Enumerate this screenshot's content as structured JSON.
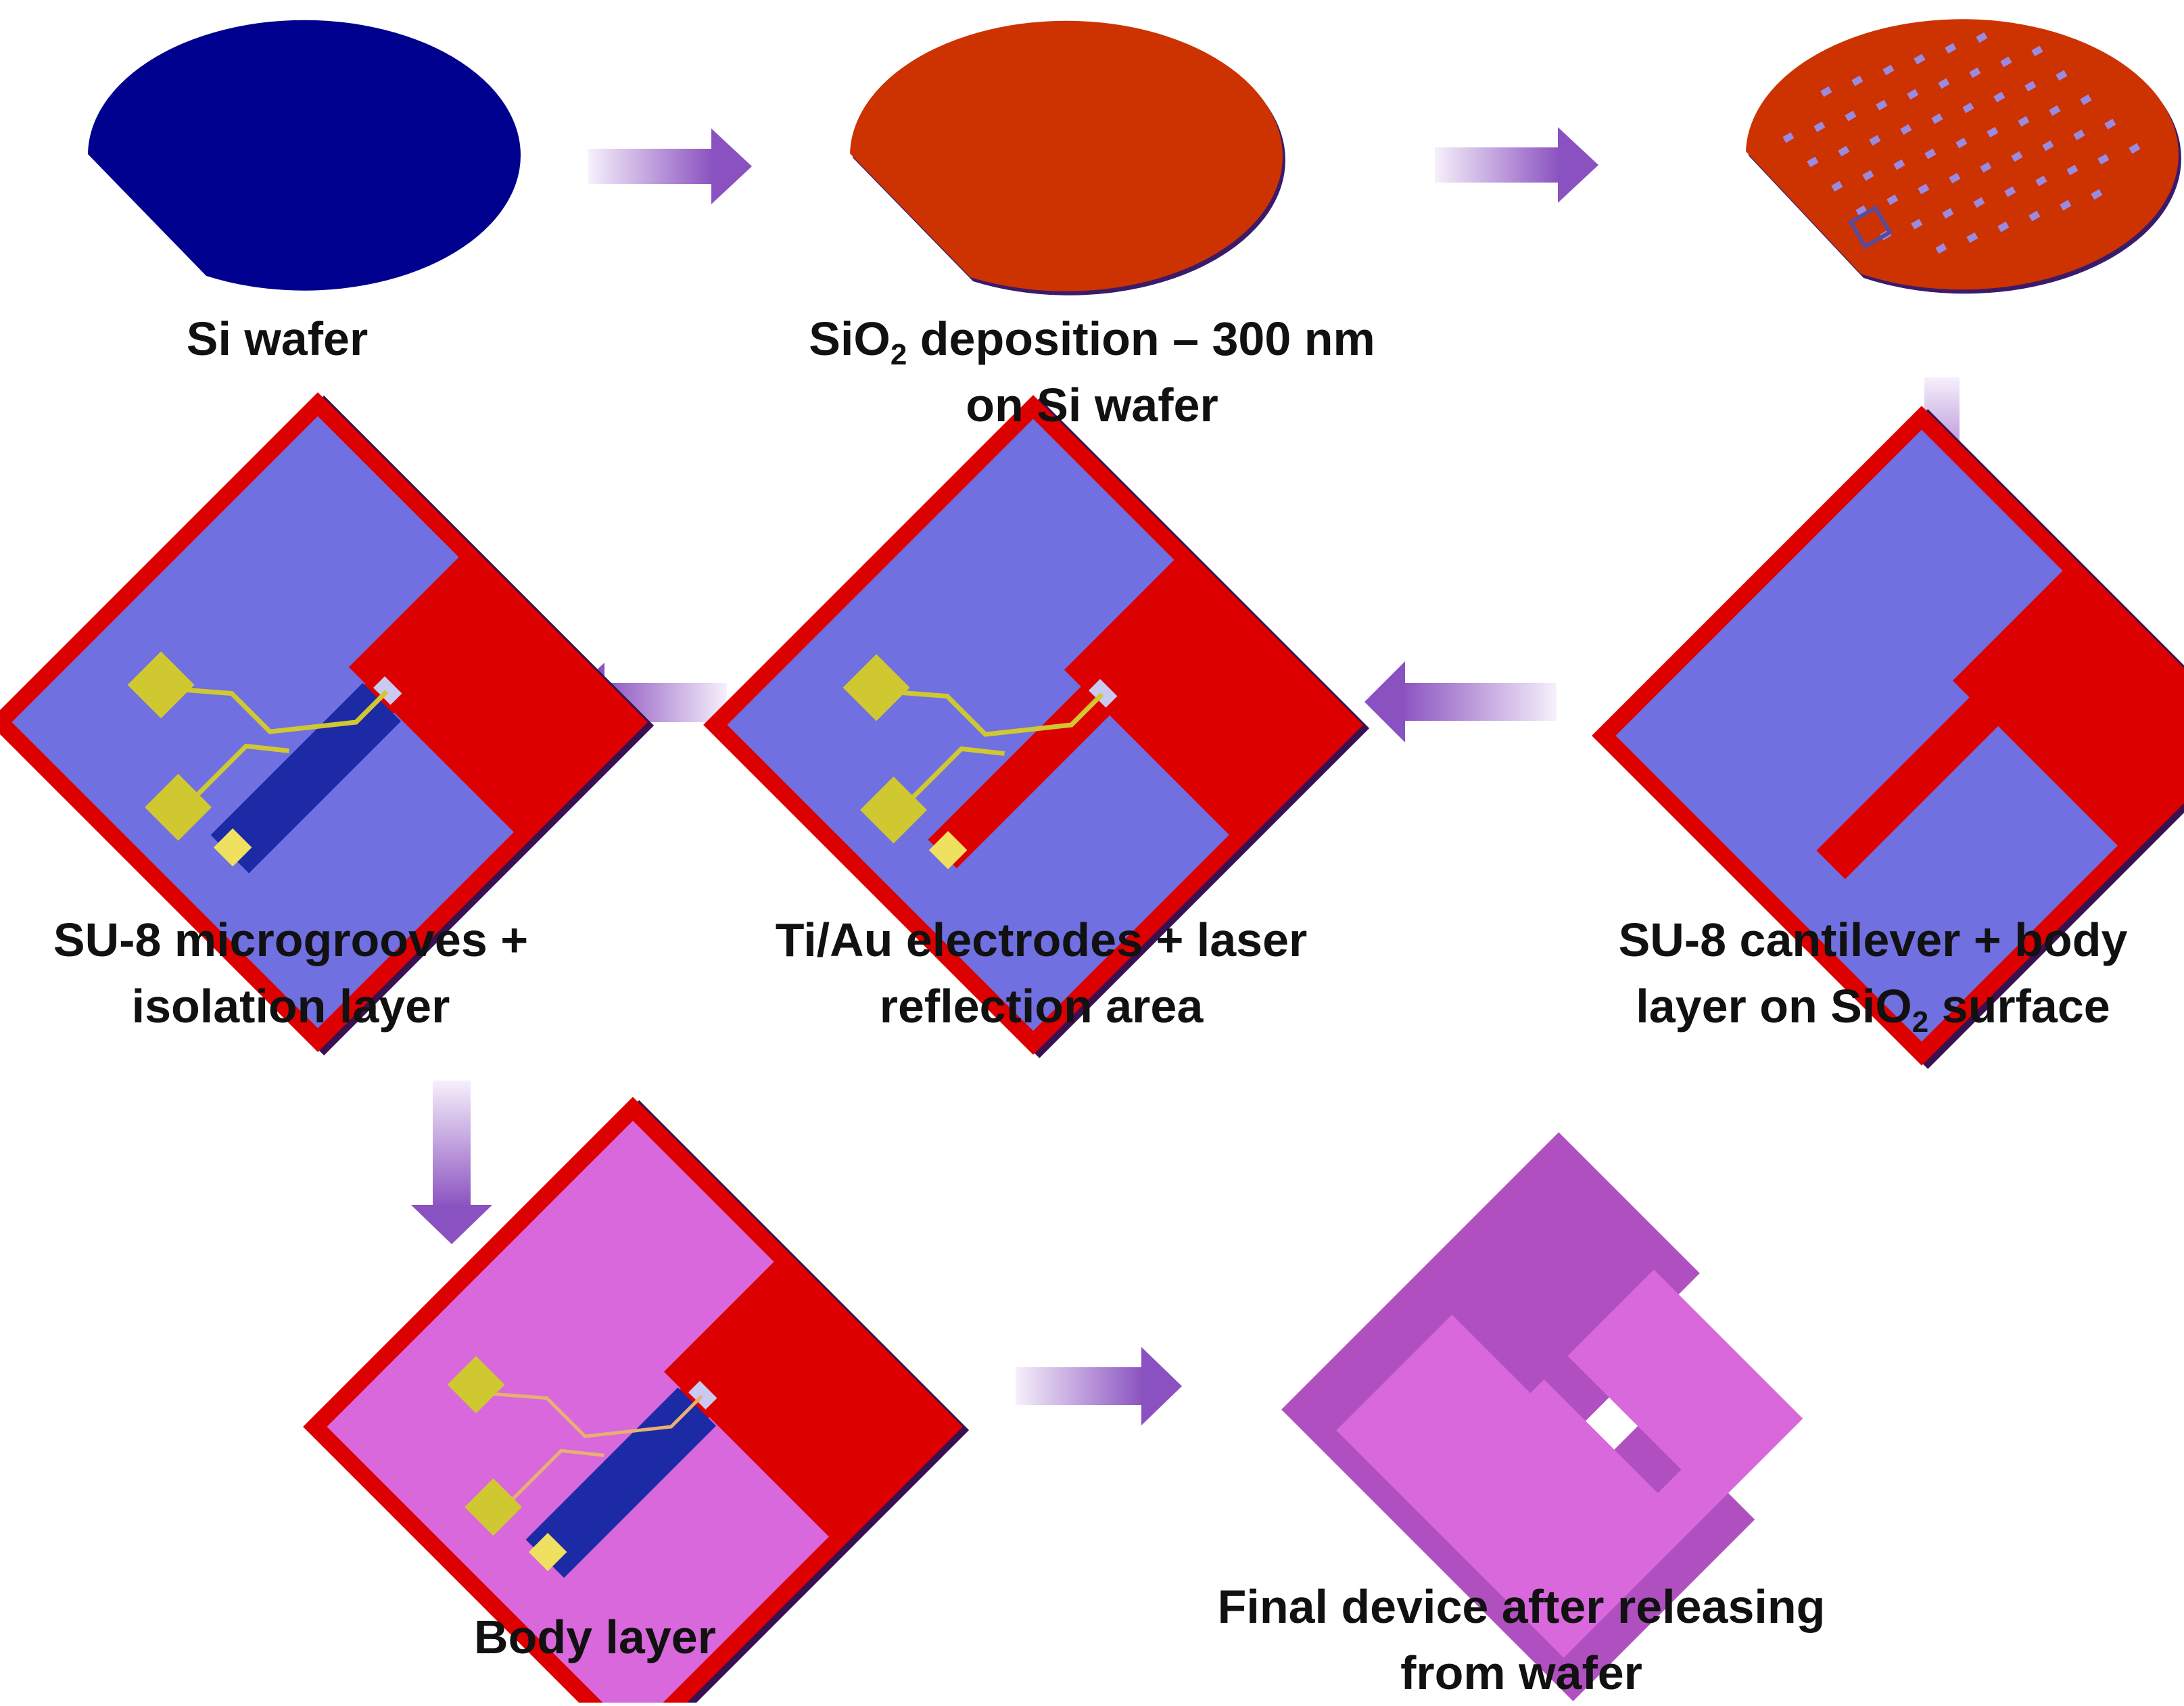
{
  "steps": [
    {
      "id": "si-wafer",
      "lines": [
        [
          {
            "t": "Si wafer"
          }
        ]
      ]
    },
    {
      "id": "sio2-deposition",
      "lines": [
        [
          {
            "t": "SiO"
          },
          {
            "t": "2",
            "sub": true
          },
          {
            "t": " deposition – 300 nm"
          }
        ],
        [
          {
            "t": "on Si wafer"
          }
        ]
      ]
    },
    {
      "id": "patterned-wafer",
      "lines": []
    },
    {
      "id": "su8-cantilever",
      "lines": [
        [
          {
            "t": "SU-8 cantilever + body"
          }
        ],
        [
          {
            "t": "layer on SiO"
          },
          {
            "t": "2",
            "sub": true
          },
          {
            "t": " surface"
          }
        ]
      ]
    },
    {
      "id": "electrodes",
      "lines": [
        [
          {
            "t": "Ti/Au electrodes + laser"
          }
        ],
        [
          {
            "t": "reflection area"
          }
        ]
      ]
    },
    {
      "id": "microgrooves",
      "lines": [
        [
          {
            "t": "SU-8 microgrooves +"
          }
        ],
        [
          {
            "t": "isolation layer"
          }
        ]
      ]
    },
    {
      "id": "body-layer",
      "lines": [
        [
          {
            "t": "Body layer"
          }
        ]
      ]
    },
    {
      "id": "final-device",
      "lines": [
        [
          {
            "t": "Final device after releasing"
          }
        ],
        [
          {
            "t": "from wafer"
          }
        ]
      ]
    }
  ],
  "flow": [
    "si-wafer",
    "sio2-deposition",
    "patterned-wafer",
    "su8-cantilever",
    "electrodes",
    "microgrooves",
    "body-layer",
    "final-device"
  ],
  "colors": {
    "si": "#00008f",
    "sio2_wafer": "#cc3300",
    "substrate": "#dd0000",
    "su8": "#7070e0",
    "cantilever_dark": "#1c2aa6",
    "gold": "#d0c830",
    "body_layer": "#d868dc",
    "arrow": "#8a52c0",
    "arrow_light": "#f3ecfa"
  }
}
